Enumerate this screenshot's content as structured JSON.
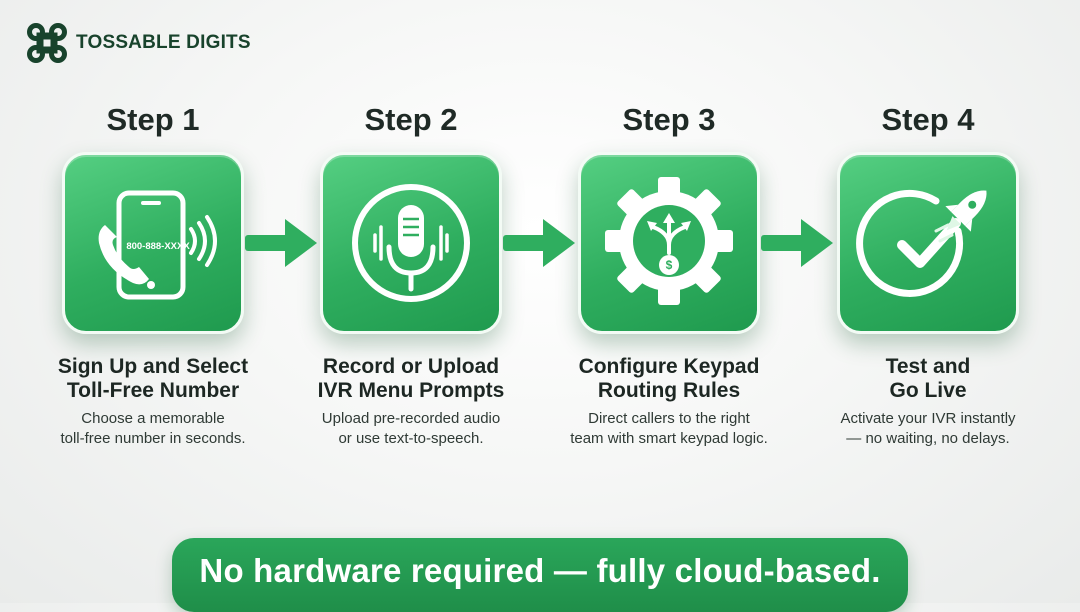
{
  "brand": {
    "name": "TOSSABLE DIGITS",
    "icon": "command-key-icon",
    "color": "#18432c"
  },
  "accent_color": "#2fae5f",
  "steps": [
    {
      "label": "Step 1",
      "icon": "smartphone-call-icon",
      "icon_text": "800-888-XXXX",
      "title": "Sign Up and Select\nToll-Free Number",
      "description": "Choose a memorable\ntoll-free number in seconds."
    },
    {
      "label": "Step 2",
      "icon": "microphone-icon",
      "title": "Record or Upload\nIVR Menu Prompts",
      "description": "Upload pre-recorded audio\nor use text-to-speech."
    },
    {
      "label": "Step 3",
      "icon": "gear-routing-icon",
      "title": "Configure Keypad\nRouting Rules",
      "description": "Direct callers to the right\nteam with smart keypad logic."
    },
    {
      "label": "Step 4",
      "icon": "checkmark-rocket-icon",
      "title": "Test and\nGo Live",
      "description": "Activate your IVR instantly\n— no waiting, no delays."
    }
  ],
  "banner": {
    "text": "No hardware required — fully cloud-based."
  }
}
